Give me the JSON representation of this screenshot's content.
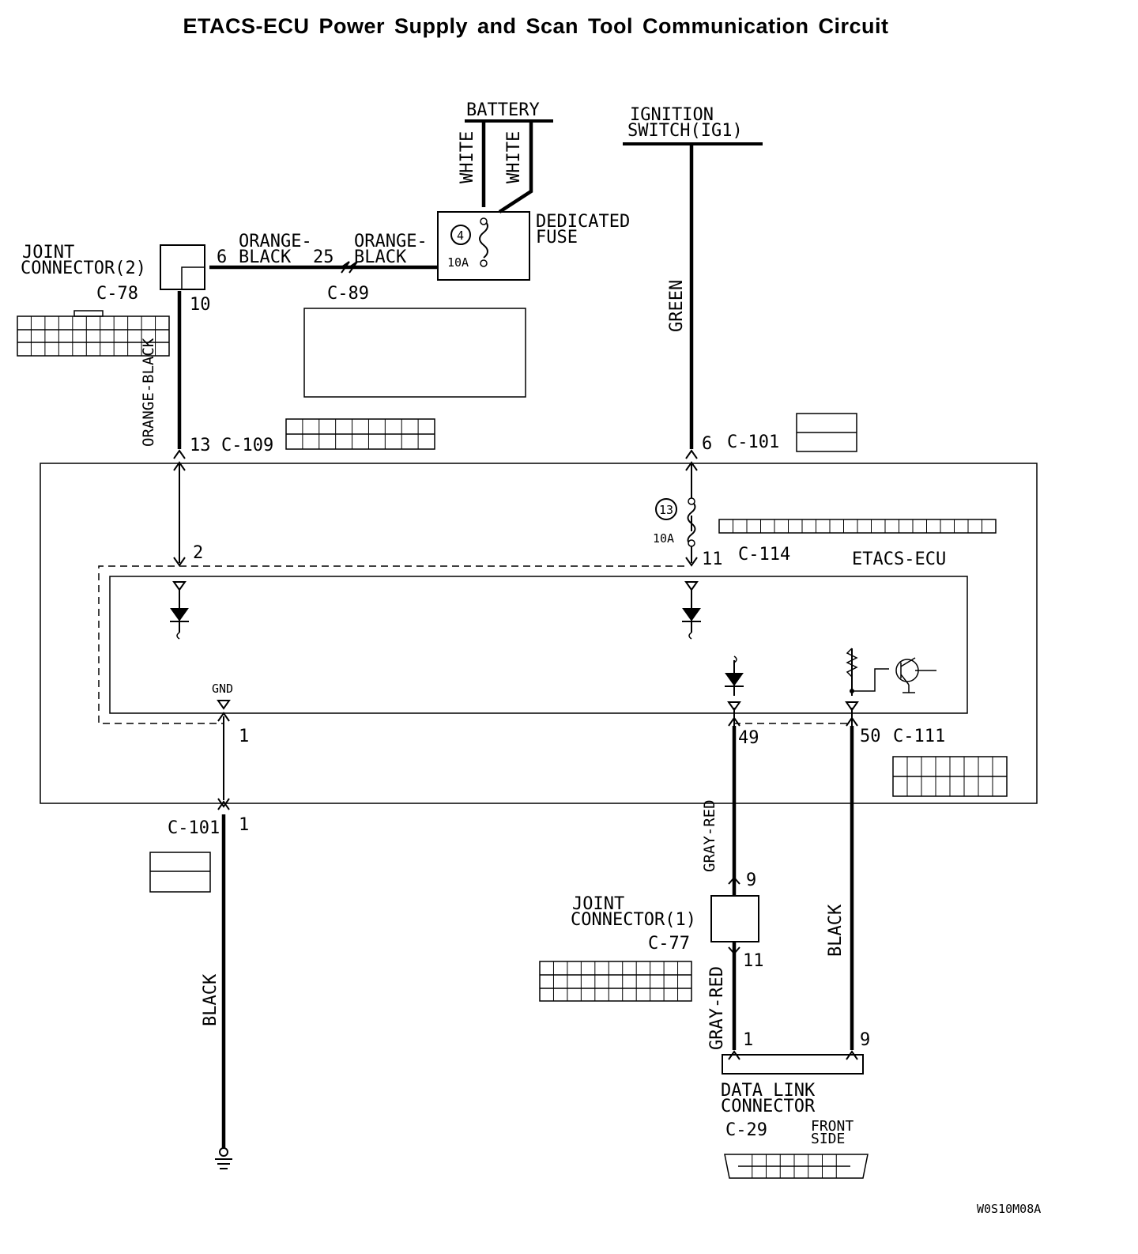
{
  "title": "ETACS-ECU Power Supply and Scan Tool Communication Circuit",
  "labels": {
    "battery": "BATTERY",
    "ignition_line1": "IGNITION",
    "ignition_line2": "SWITCH(IG1)",
    "white": "WHITE",
    "dedicated_fuse_line1": "DEDICATED",
    "dedicated_fuse_line2": "FUSE",
    "fuse4_num": "4",
    "fuse4_amp": "10A",
    "orange_black_a1": "ORANGE-",
    "orange_black_a2": "BLACK",
    "orange_black_b1": "ORANGE-",
    "orange_black_b2": "BLACK",
    "pin6": "6",
    "pin25": "25",
    "joint2_line1": "JOINT",
    "joint2_line2": "CONNECTOR(2)",
    "c78": "C-78",
    "pin10": "10",
    "c89": "C-89",
    "green": "GREEN",
    "orange_black_v": "ORANGE-BLACK",
    "pin13": "13",
    "c109": "C-109",
    "pin6b": "6",
    "c101_top": "C-101",
    "fuse13_num": "13",
    "fuse13_amp": "10A",
    "pin2": "2",
    "pin11": "11",
    "c114": "C-114",
    "ecu": "ETACS-ECU",
    "gnd": "GND",
    "pin1": "1",
    "pin49": "49",
    "pin50": "50",
    "c111": "C-111",
    "c101_bot": "C-101",
    "pin1b": "1",
    "black_left": "BLACK",
    "gray_red_top": "GRAY-RED",
    "pin9": "9",
    "joint1_line1": "JOINT",
    "joint1_line2": "CONNECTOR(1)",
    "c77": "C-77",
    "pin11b": "11",
    "black_right": "BLACK",
    "gray_red_bot": "GRAY-RED",
    "pin1c": "1",
    "pin9b": "9",
    "dlc_line1": "DATA LINK",
    "dlc_line2": "CONNECTOR",
    "c29": "C-29",
    "front_line1": "FRONT",
    "front_line2": "SIDE",
    "code": "W0S10M08A"
  }
}
